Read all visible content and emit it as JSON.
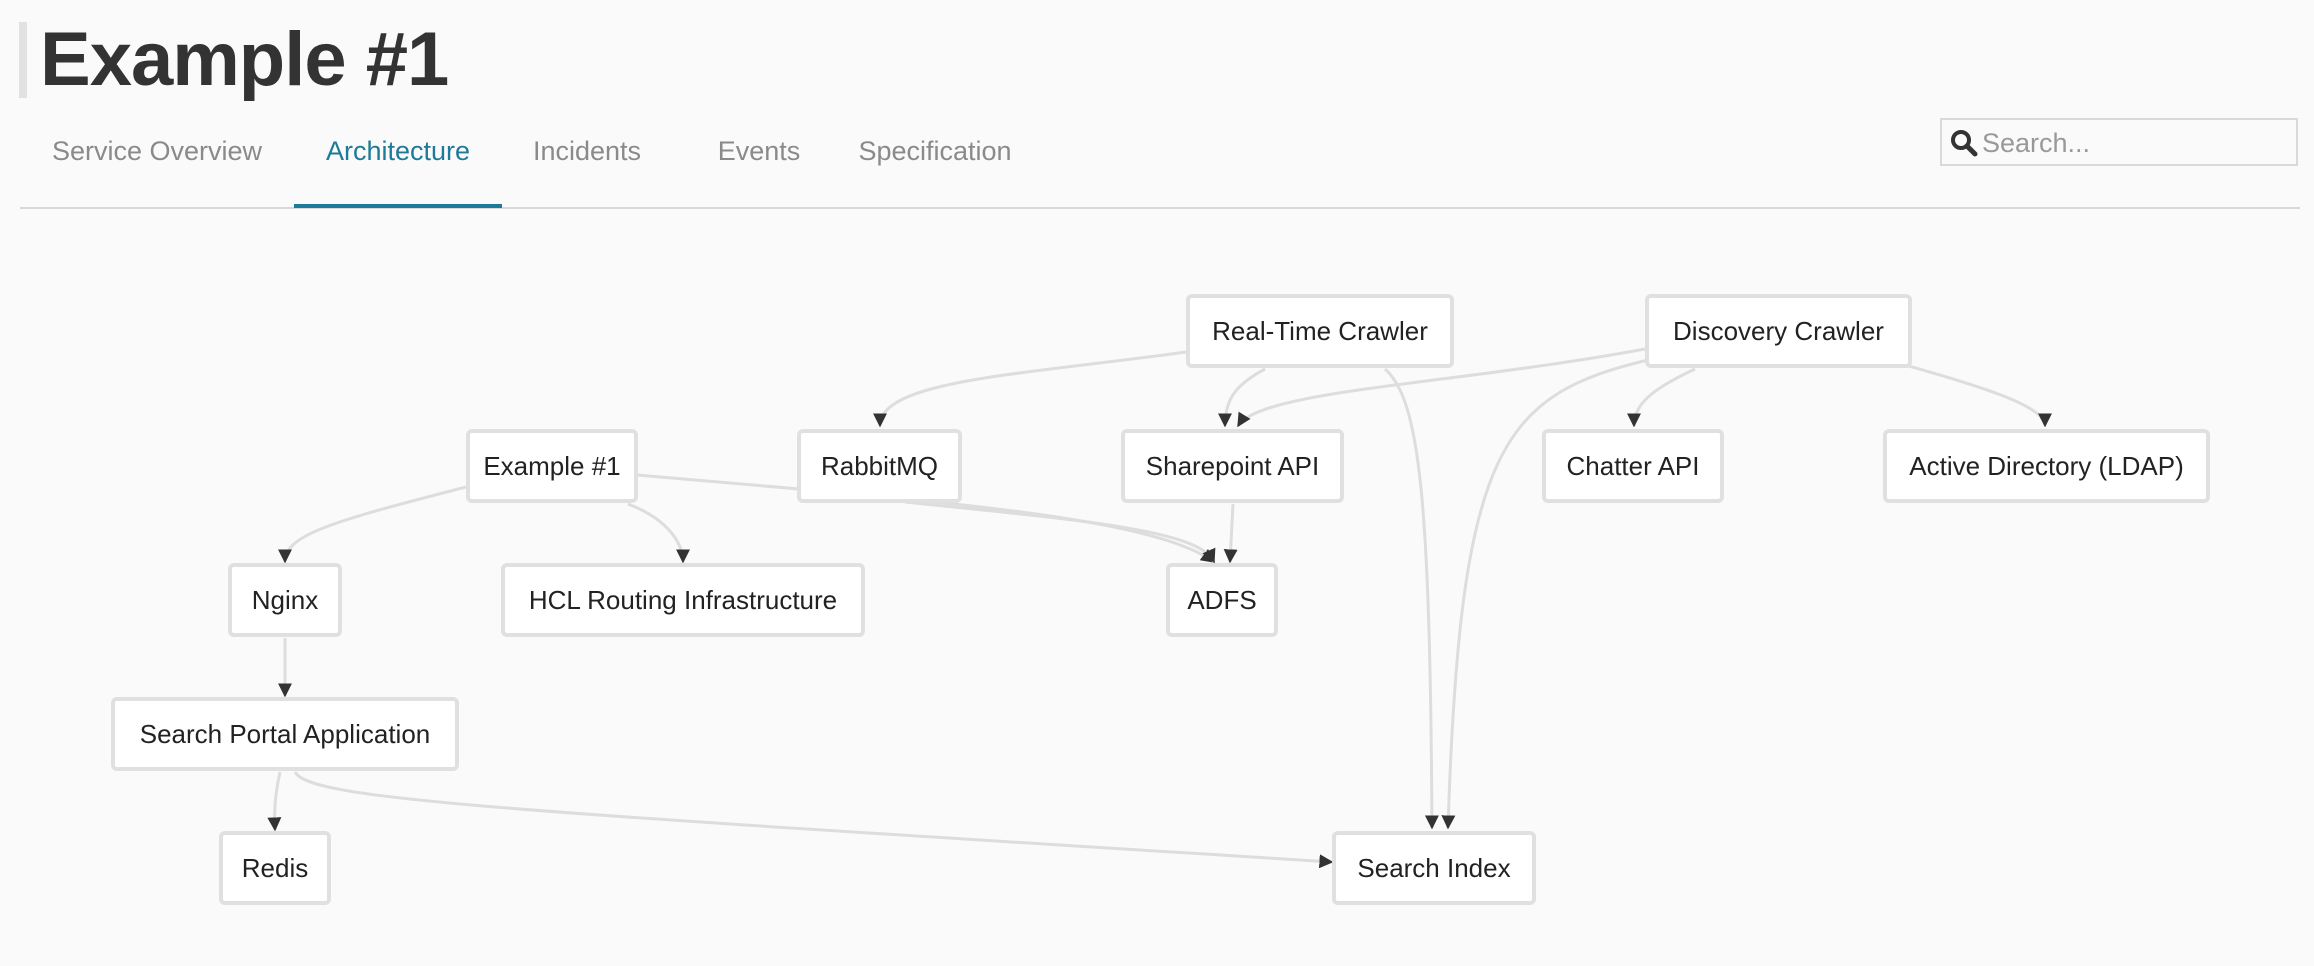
{
  "header": {
    "title": "Example #1"
  },
  "tabs": [
    {
      "label": "Service Overview"
    },
    {
      "label": "Architecture",
      "active": true
    },
    {
      "label": "Incidents"
    },
    {
      "label": "Events"
    },
    {
      "label": "Specification"
    }
  ],
  "search": {
    "placeholder": "Search...",
    "value": ""
  },
  "graph": {
    "nodes": {
      "realtime": "Real-Time Crawler",
      "discovery": "Discovery Crawler",
      "example": "Example #1",
      "rabbitmq": "RabbitMQ",
      "sharepoint": "Sharepoint API",
      "chatter": "Chatter API",
      "ldap": "Active Directory (LDAP)",
      "nginx": "Nginx",
      "hcl": "HCL Routing Infrastructure",
      "adfs": "ADFS",
      "portal": "Search Portal Application",
      "redis": "Redis",
      "search_index": "Search Index"
    }
  },
  "colors": {
    "accent": "#1f7a99",
    "tab_inactive": "#8a8a8a",
    "node_border": "#e0e0e0",
    "edge": "#dddddd",
    "arrowhead": "#333333"
  }
}
